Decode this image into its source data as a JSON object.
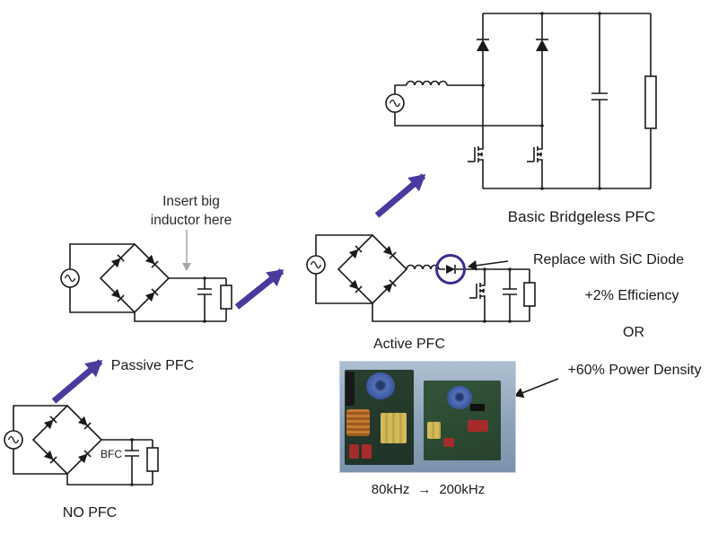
{
  "stages": {
    "no_pfc": {
      "caption": "NO PFC",
      "component_label": "BFC"
    },
    "passive_pfc": {
      "caption": "Passive PFC",
      "annotation_line1": "Insert big",
      "annotation_line2": "inductor here"
    },
    "active_pfc": {
      "caption": "Active PFC"
    },
    "bridgeless_pfc": {
      "caption": "Basic Bridgeless PFC"
    }
  },
  "benefits": {
    "replace_sic": "Replace with SiC Diode",
    "efficiency": "+2% Efficiency",
    "or": "OR",
    "power_density": "+60% Power Density"
  },
  "photo": {
    "freq_before": "80kHz",
    "freq_arrow": "→",
    "freq_after": "200kHz"
  },
  "colors": {
    "background": "#ffffff",
    "circuit_ink": "#1a1a1a",
    "progress_arrow": "#4b3a9e",
    "highlight_circle": "#3b2d8f",
    "annotation_arrow_gray": "#a6a6a6",
    "photo_backdrop": "#8ea4bc"
  },
  "symbols": [
    "ac-source",
    "bridge-rectifier",
    "diode",
    "inductor",
    "capacitor",
    "resistor",
    "mosfet",
    "sic-diode"
  ]
}
